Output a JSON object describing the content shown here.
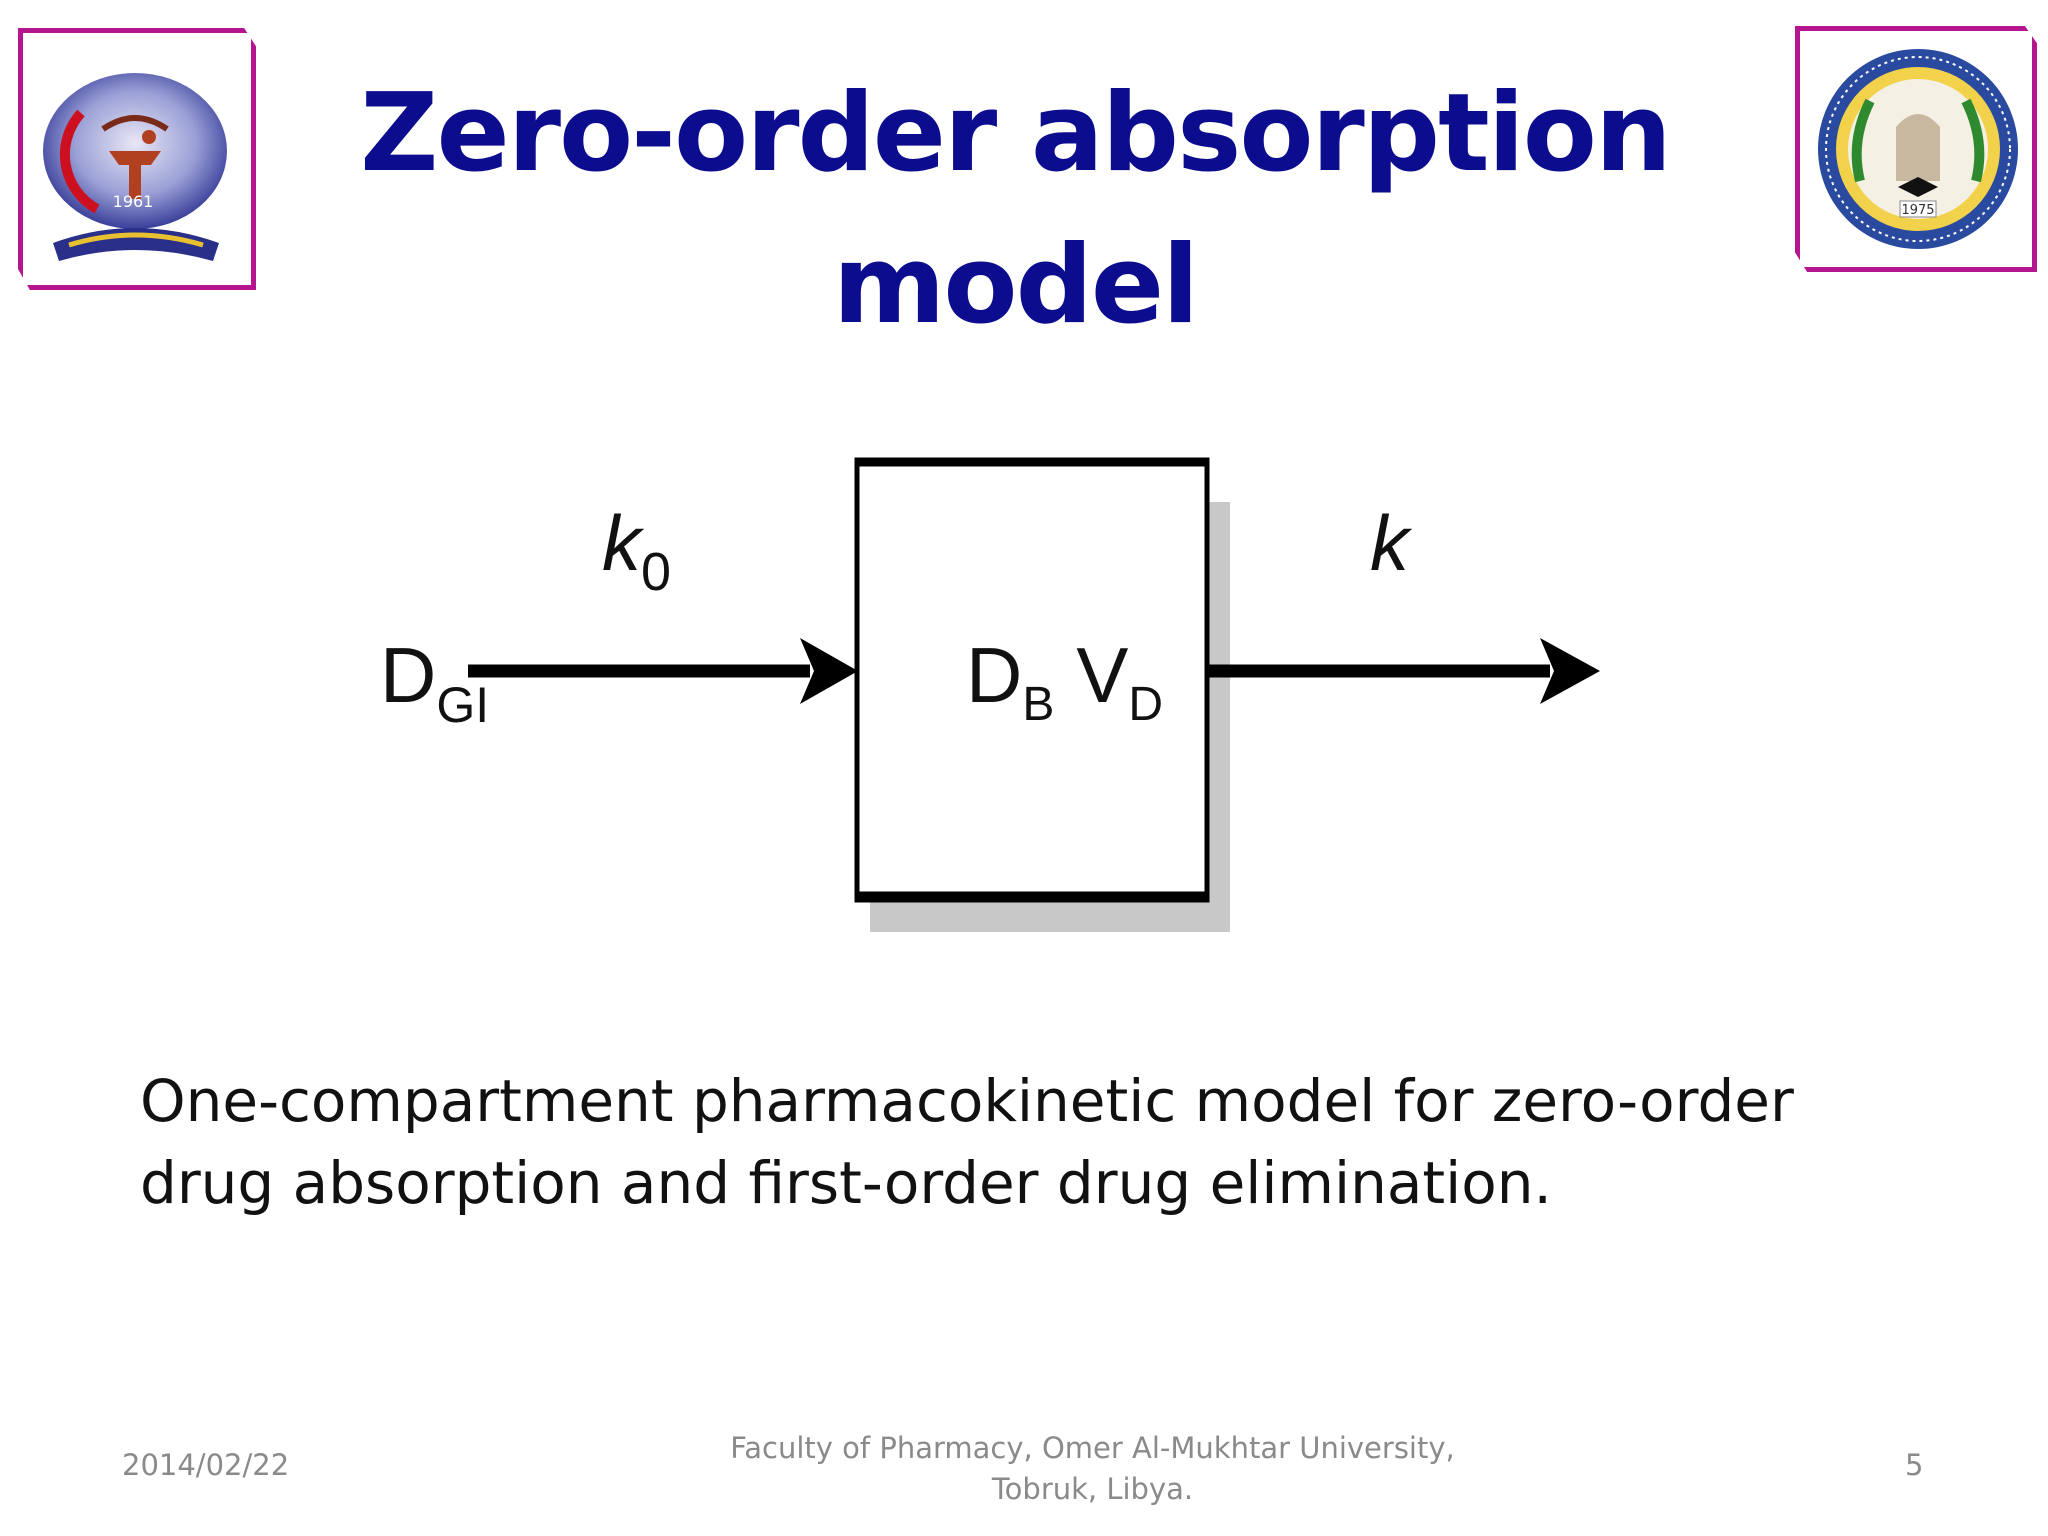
{
  "title": "Zero-order absorption model",
  "diagram": {
    "input_label": "DGI",
    "input_main": "D",
    "input_sub": "GI",
    "input_rate_main": "k",
    "input_rate_sub": "0",
    "compartment_dose_main": "D",
    "compartment_dose_sub": "B",
    "compartment_volume_main": "V",
    "compartment_volume_sub": "D",
    "output_rate": "k"
  },
  "caption": "One-compartment pharmacokinetic model for zero-order drug absorption and first-order drug elimination.",
  "footer": {
    "date": "2014/02/22",
    "institution": "Faculty of Pharmacy, Omer Al-Mukhtar University, Tobruk, Libya.",
    "page_number": "5"
  },
  "logos": {
    "left": {
      "year": "1961",
      "frame_color": "#b5168e"
    },
    "right": {
      "year": "1975",
      "frame_color": "#b5168e"
    }
  },
  "colors": {
    "title": "#0c0c8f",
    "caption": "#111111",
    "footer": "#8a8a8a",
    "diagram_line": "#000000",
    "box_shadow": "#c8c8c8"
  }
}
